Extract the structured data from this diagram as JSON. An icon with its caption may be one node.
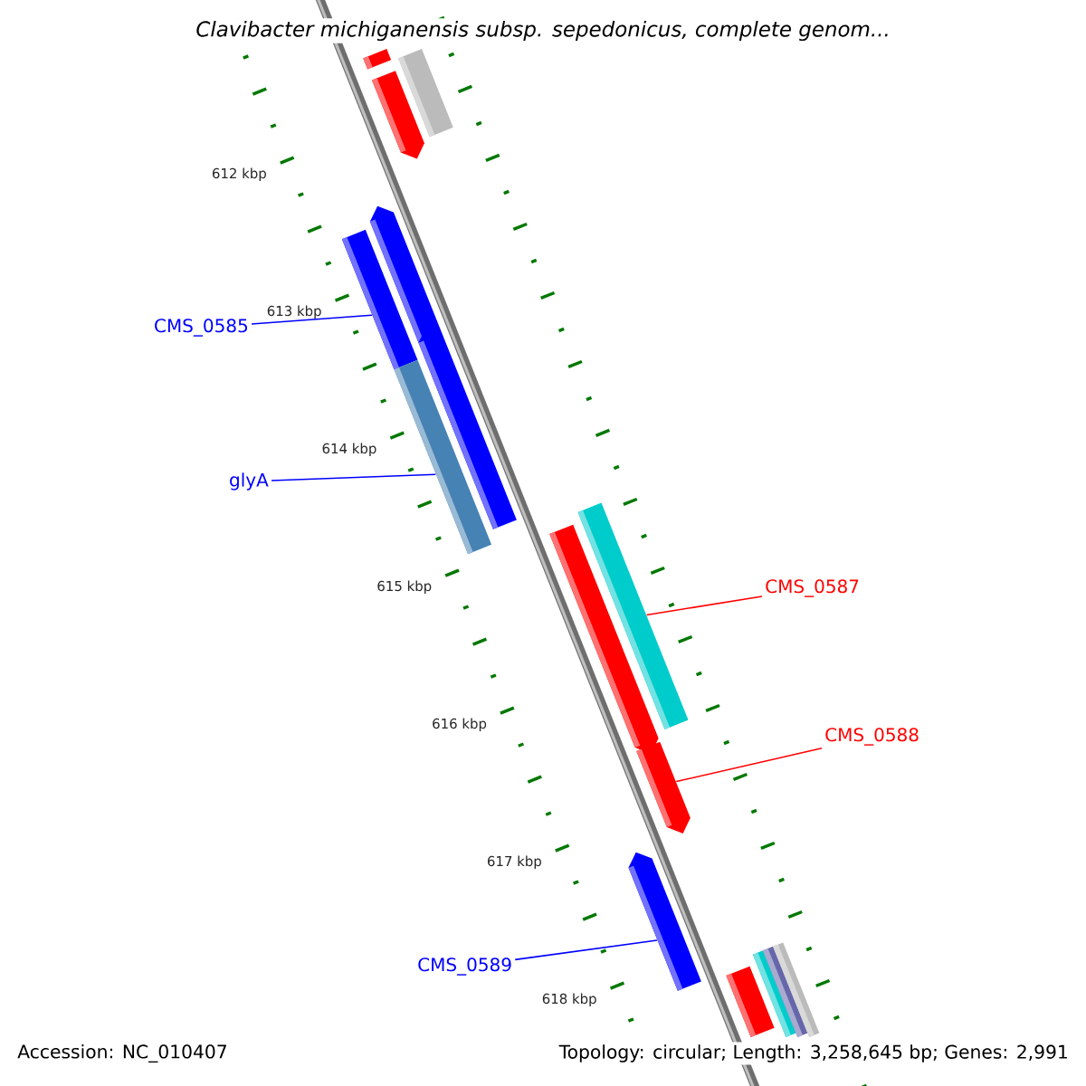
{
  "diagram": {
    "title": "Clavibacter michiganensis subsp. sepedonicus, complete genom...",
    "nodes": [
      {
        "text": [
          "CMS_0585"
        ]
      },
      {
        "text": [
          "glyA"
        ]
      },
      {
        "text": [
          "CMS_0587"
        ]
      },
      {
        "text": [
          "CMS_0588"
        ]
      },
      {
        "text": [
          "CMS_0589"
        ]
      },
      {
        "text": [],
        "shape": "bar"
      },
      {
        "text": [],
        "shape": "bar"
      },
      {
        "text": [],
        "shape": "bar"
      },
      {
        "text": [],
        "shape": "bar"
      },
      {
        "text": [],
        "shape": "bar"
      },
      {
        "text": [],
        "shape": "bar"
      },
      {
        "text": [],
        "shape": "bar"
      },
      {
        "text": [],
        "shape": "bar"
      },
      {
        "text": [],
        "shape": "bar"
      },
      {
        "text": [],
        "shape": "bar"
      },
      {
        "text": [],
        "shape": "bar"
      },
      {
        "text": [],
        "shape": "bar"
      },
      {
        "text": [],
        "shape": "bar"
      },
      {
        "text": [],
        "shape": "bar"
      },
      {
        "text": [],
        "shape": "bar"
      }
    ],
    "edges": [
      {
        "from": 0,
        "to": 9,
        "arrow": "none"
      },
      {
        "from": 1,
        "to": 11,
        "arrow": "none"
      },
      {
        "from": 2,
        "to": 12,
        "arrow": "none",
        "color": "#ff0000"
      },
      {
        "from": 3,
        "to": 14,
        "arrow": "none",
        "color": "#ff0000"
      },
      {
        "from": 4,
        "to": 15,
        "arrow": "none"
      }
    ],
    "labels": [
      "612 kbp",
      "613 kbp",
      "614 kbp",
      "615 kbp",
      "616 kbp",
      "617 kbp",
      "618 kbp",
      "Accession: NC_010407",
      "Topology: circular; Length: 3,258,645 bp; Genes: 2,991"
    ]
  }
}
